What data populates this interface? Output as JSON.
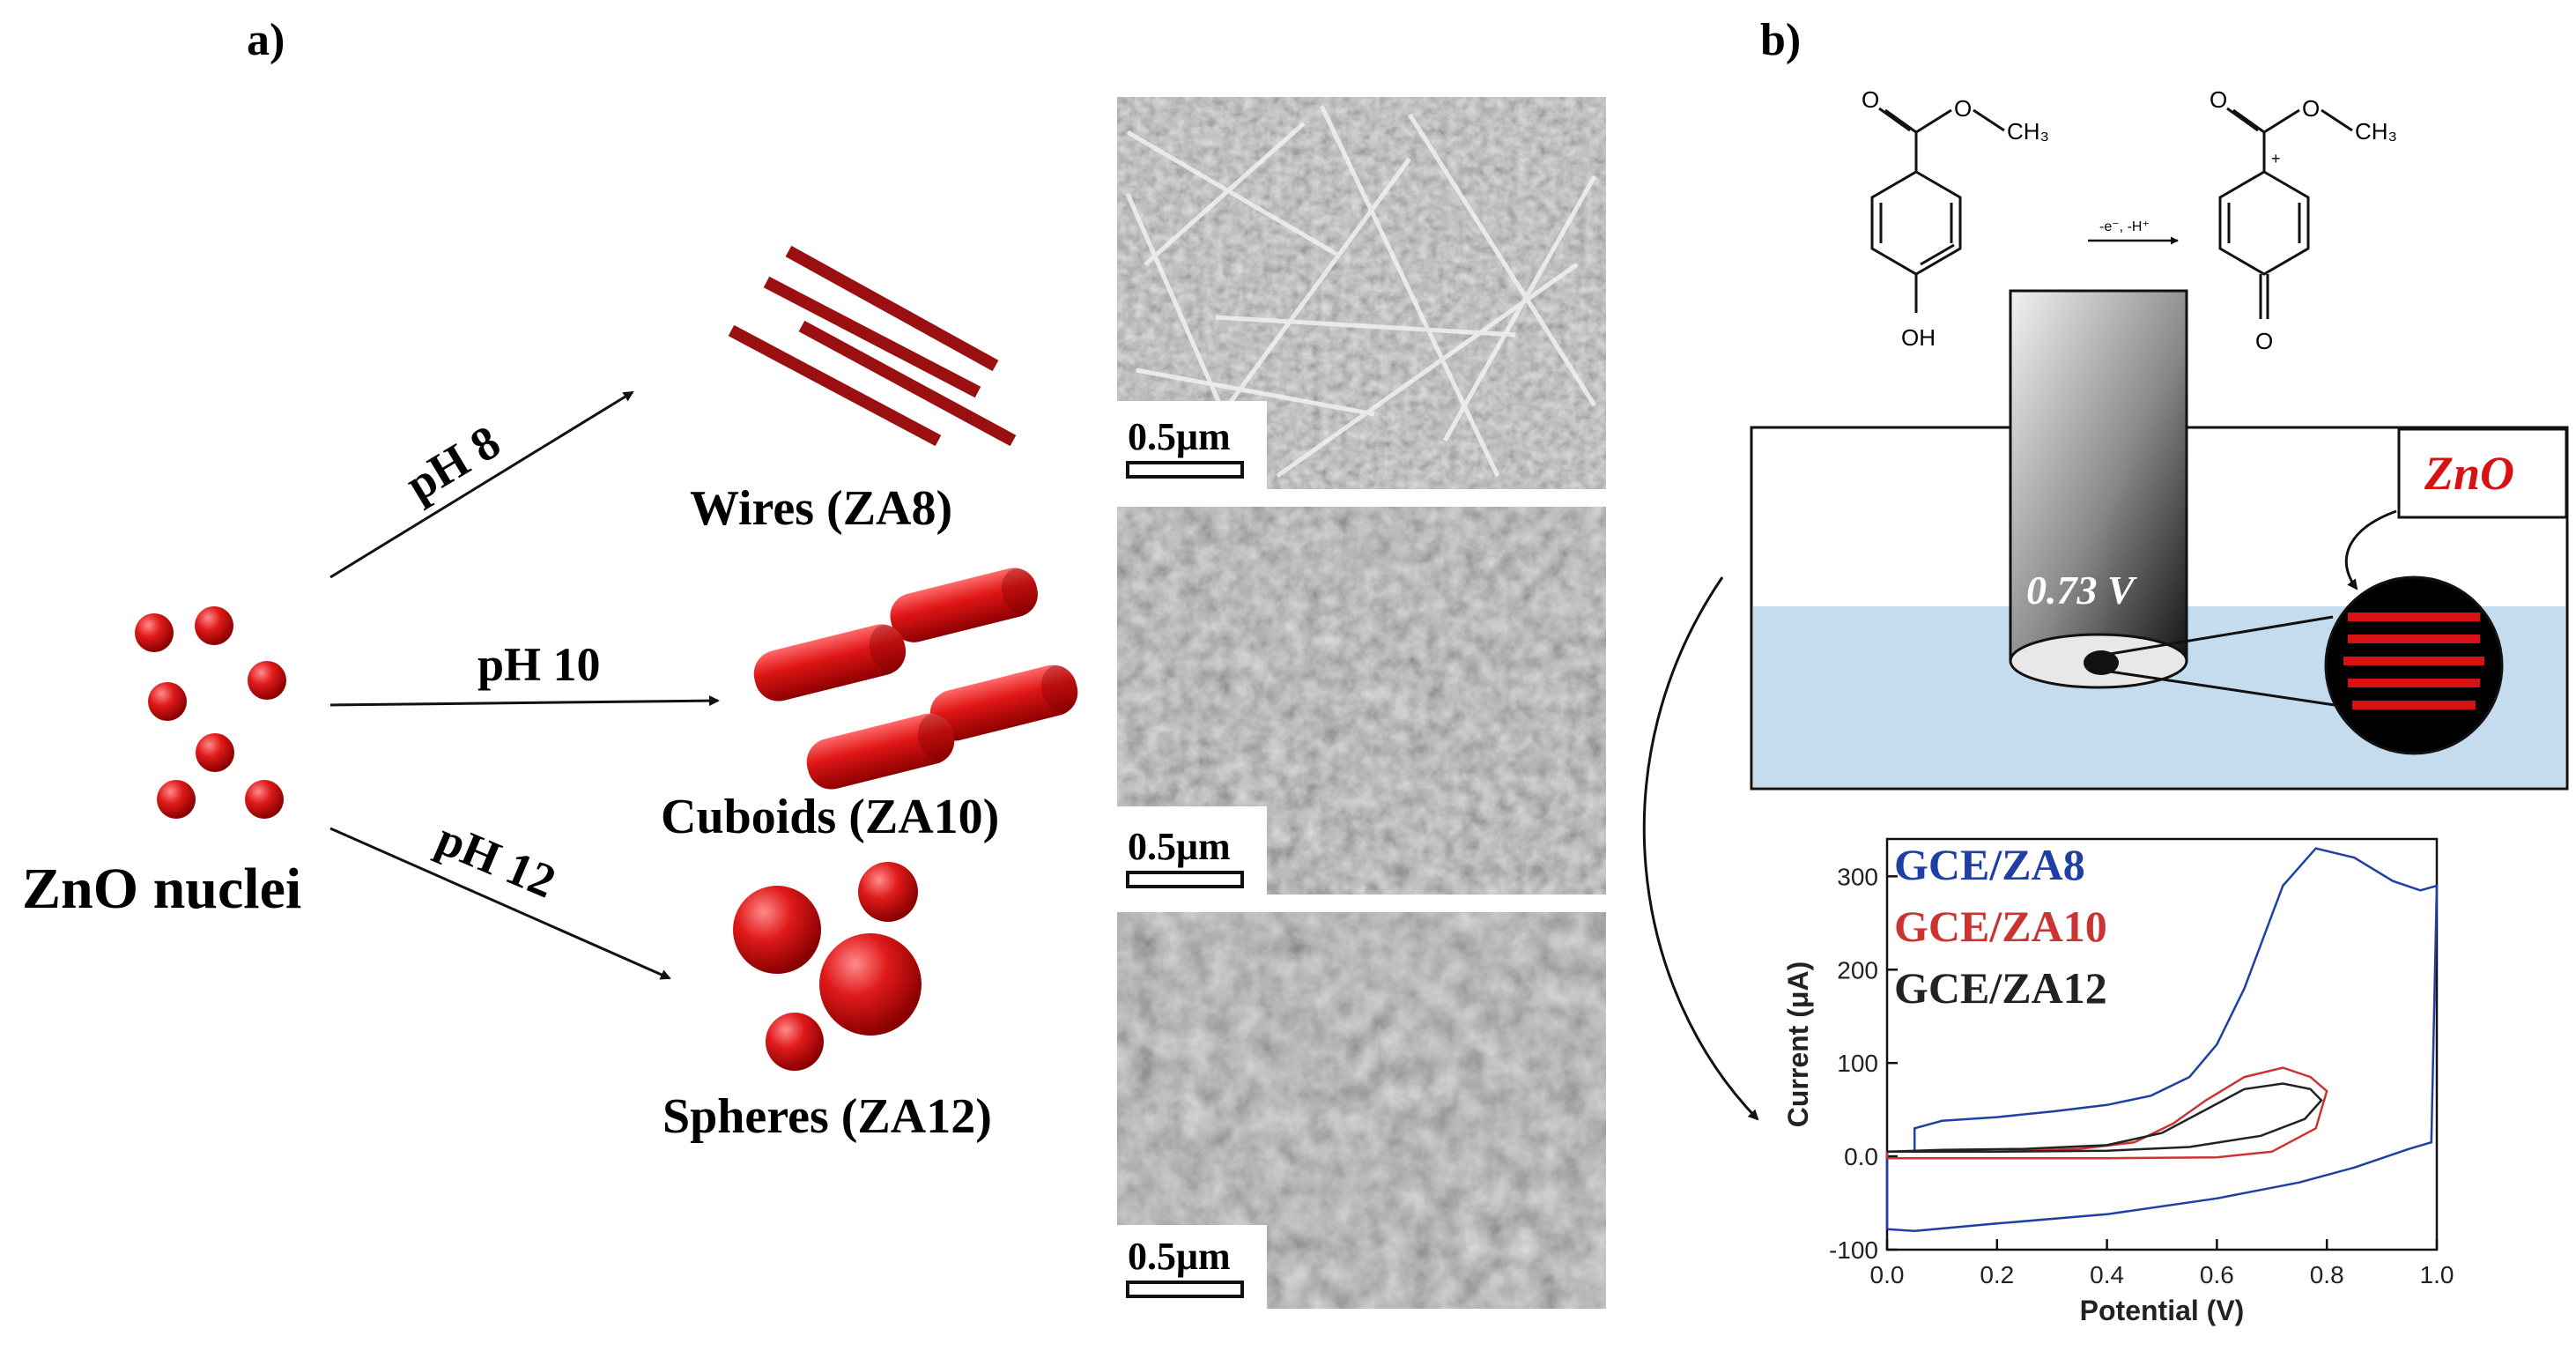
{
  "panel_a": {
    "label": "a)",
    "nuclei_label": "ZnO nuclei",
    "arrows": [
      {
        "label": "pH 8"
      },
      {
        "label": "pH 10"
      },
      {
        "label": "pH 12"
      }
    ],
    "morphologies": [
      {
        "label": "Wires (ZA8)"
      },
      {
        "label": "Cuboids (ZA10)"
      },
      {
        "label": "Spheres (ZA12)"
      }
    ],
    "sem_scale_bar": "0.5μm",
    "shape_color": "#cc1111"
  },
  "panel_b": {
    "label": "b)",
    "reaction_arrow_label": "-e⁻, -H⁺",
    "reactant": {
      "methyl": "CH₃",
      "hydroxyl": "OH",
      "oxygen": "O"
    },
    "product": {
      "methyl": "CH₃",
      "carbonyl": "O",
      "oxygen": "O"
    },
    "electrode_potential": "0.73 V",
    "zno_label": "ZnO",
    "solution_color": "#c5dcee"
  },
  "chart_data": {
    "type": "line",
    "xlabel": "Potential (V)",
    "ylabel": "Current (μA)",
    "xlim": [
      0.0,
      1.0
    ],
    "ylim": [
      -100,
      340
    ],
    "x_ticks": [
      "0.0",
      "0.2",
      "0.4",
      "0.6",
      "0.8",
      "1.0"
    ],
    "y_ticks": [
      "-100",
      "0.0",
      "100",
      "200",
      "300"
    ],
    "legend_placement": "top-left",
    "series": [
      {
        "name": "GCE/ZA8",
        "color": "#1f3fa5",
        "points": [
          [
            0.0,
            -78
          ],
          [
            0.05,
            -80
          ],
          [
            0.2,
            -72
          ],
          [
            0.4,
            -62
          ],
          [
            0.6,
            -45
          ],
          [
            0.75,
            -28
          ],
          [
            0.85,
            -12
          ],
          [
            0.95,
            8
          ],
          [
            0.99,
            15
          ],
          [
            1.0,
            290
          ],
          [
            0.97,
            285
          ],
          [
            0.92,
            295
          ],
          [
            0.85,
            320
          ],
          [
            0.78,
            330
          ],
          [
            0.72,
            290
          ],
          [
            0.65,
            180
          ],
          [
            0.6,
            120
          ],
          [
            0.55,
            85
          ],
          [
            0.48,
            65
          ],
          [
            0.4,
            55
          ],
          [
            0.3,
            48
          ],
          [
            0.2,
            42
          ],
          [
            0.1,
            38
          ],
          [
            0.05,
            30
          ],
          [
            0.05,
            5
          ],
          [
            0.0,
            5
          ],
          [
            0.0,
            -78
          ]
        ]
      },
      {
        "name": "GCE/ZA10",
        "color": "#cc3333",
        "points": [
          [
            0.0,
            -2
          ],
          [
            0.2,
            -2
          ],
          [
            0.4,
            -2
          ],
          [
            0.6,
            -1
          ],
          [
            0.7,
            5
          ],
          [
            0.78,
            30
          ],
          [
            0.8,
            70
          ],
          [
            0.77,
            85
          ],
          [
            0.72,
            95
          ],
          [
            0.65,
            85
          ],
          [
            0.58,
            60
          ],
          [
            0.52,
            35
          ],
          [
            0.45,
            15
          ],
          [
            0.35,
            8
          ],
          [
            0.2,
            5
          ],
          [
            0.05,
            5
          ],
          [
            0.0,
            5
          ],
          [
            0.0,
            -2
          ]
        ]
      },
      {
        "name": "GCE/ZA12",
        "color": "#222222",
        "points": [
          [
            0.0,
            5
          ],
          [
            0.2,
            5
          ],
          [
            0.4,
            6
          ],
          [
            0.55,
            10
          ],
          [
            0.68,
            22
          ],
          [
            0.76,
            40
          ],
          [
            0.79,
            60
          ],
          [
            0.77,
            72
          ],
          [
            0.72,
            78
          ],
          [
            0.65,
            72
          ],
          [
            0.58,
            50
          ],
          [
            0.5,
            25
          ],
          [
            0.4,
            12
          ],
          [
            0.25,
            8
          ],
          [
            0.1,
            7
          ],
          [
            0.0,
            5
          ]
        ]
      }
    ]
  }
}
